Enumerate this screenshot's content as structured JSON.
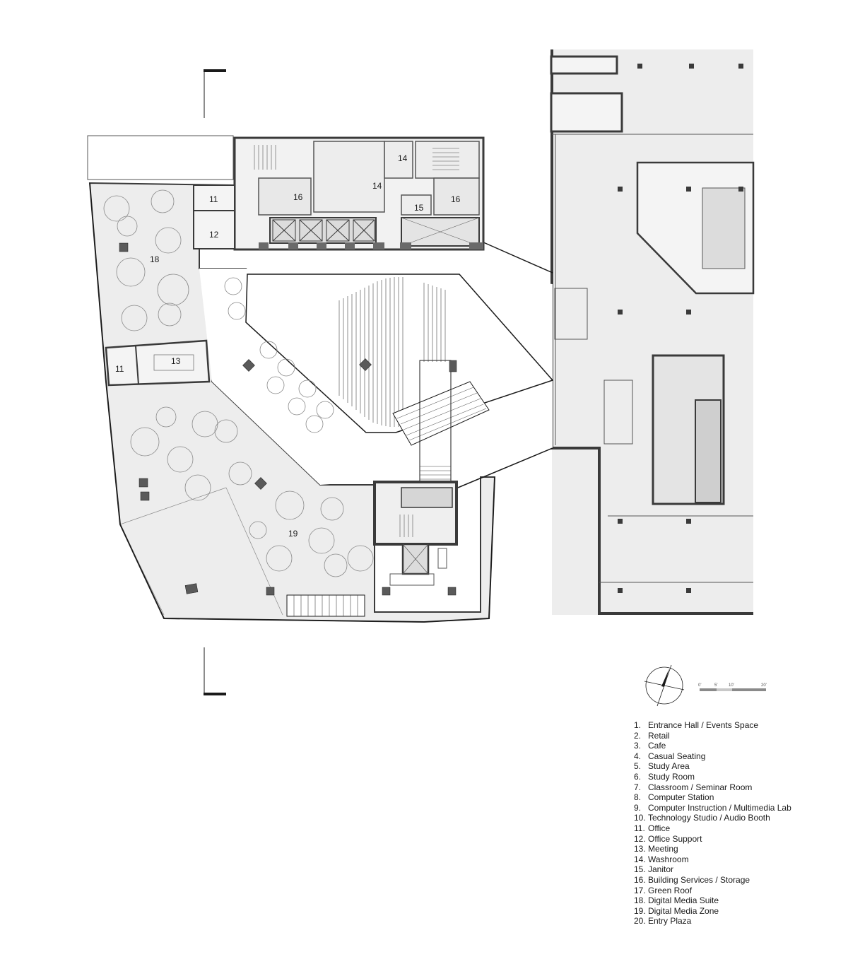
{
  "room_labels": [
    {
      "id": "18",
      "text": "18"
    },
    {
      "id": "11a",
      "text": "11"
    },
    {
      "id": "12",
      "text": "12"
    },
    {
      "id": "16a",
      "text": "16"
    },
    {
      "id": "14a",
      "text": "14"
    },
    {
      "id": "14b",
      "text": "14"
    },
    {
      "id": "15",
      "text": "15"
    },
    {
      "id": "16b",
      "text": "16"
    },
    {
      "id": "13",
      "text": "13"
    },
    {
      "id": "11b",
      "text": "11"
    },
    {
      "id": "19",
      "text": "19"
    }
  ],
  "scale_bar": {
    "ticks": [
      "0'",
      "5'",
      "10'",
      "20'"
    ]
  },
  "legend": [
    {
      "num": "1.",
      "label": "Entrance Hall / Events Space"
    },
    {
      "num": "2.",
      "label": "Retail"
    },
    {
      "num": "3.",
      "label": "Cafe"
    },
    {
      "num": "4.",
      "label": "Casual Seating"
    },
    {
      "num": "5.",
      "label": "Study Area"
    },
    {
      "num": "6.",
      "label": "Study Room"
    },
    {
      "num": "7.",
      "label": "Classroom / Seminar Room"
    },
    {
      "num": "8.",
      "label": "Computer Station"
    },
    {
      "num": "9.",
      "label": "Computer Instruction / Multimedia Lab"
    },
    {
      "num": "10.",
      "label": "Technology Studio / Audio Booth"
    },
    {
      "num": "11.",
      "label": "Office"
    },
    {
      "num": "12.",
      "label": "Office Support"
    },
    {
      "num": "13.",
      "label": "Meeting"
    },
    {
      "num": "14.",
      "label": "Washroom"
    },
    {
      "num": "15.",
      "label": "Janitor"
    },
    {
      "num": "16.",
      "label": "Building Services / Storage"
    },
    {
      "num": "17.",
      "label": "Green Roof"
    },
    {
      "num": "18.",
      "label": "Digital Media Suite"
    },
    {
      "num": "19.",
      "label": "Digital Media Zone"
    },
    {
      "num": "20.",
      "label": "Entry Plaza"
    }
  ],
  "colors": {
    "wall": "#3a3a3a",
    "floor": "#ededed",
    "core": "#8a8a8a",
    "line": "#1a1a1a"
  }
}
